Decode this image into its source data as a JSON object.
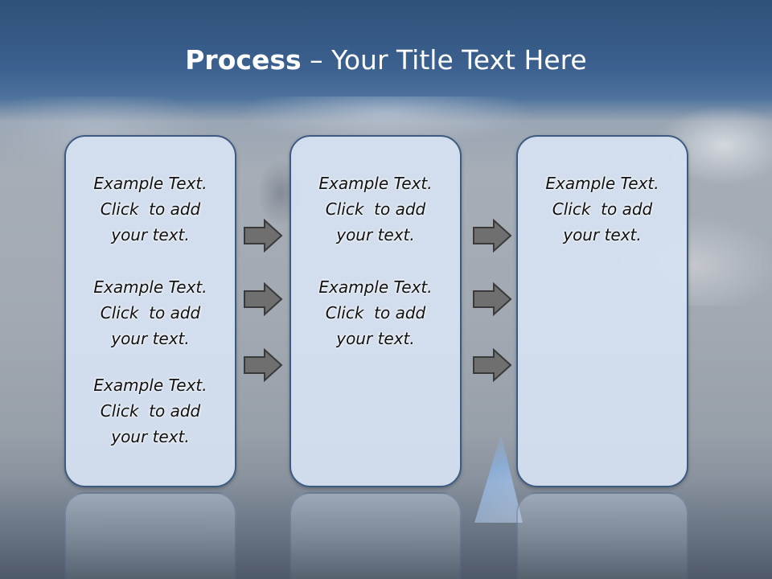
{
  "slide": {
    "title_bold": "Process",
    "title_rest": " – Your Title Text Here"
  },
  "columns": [
    {
      "items": [
        {
          "lines": [
            "Example Text.",
            "Click  to add",
            "your text."
          ]
        },
        {
          "lines": [
            "Example Text.",
            "Click  to add",
            "your text."
          ]
        },
        {
          "lines": [
            "Example Text.",
            "Click  to add",
            "your text."
          ]
        }
      ]
    },
    {
      "items": [
        {
          "lines": [
            "Example Text.",
            "Click  to add",
            "your text."
          ]
        },
        {
          "lines": [
            "Example Text.",
            "Click  to add",
            "your text."
          ]
        }
      ]
    },
    {
      "items": [
        {
          "lines": [
            "Example Text.",
            "Click  to add",
            "your text."
          ]
        }
      ]
    }
  ],
  "colors": {
    "panel_fill": "#d6e2f2",
    "panel_border": "#3d5a80",
    "arrow_fill": "#6f6f6f",
    "arrow_stroke": "#3a3a3a",
    "title_text": "#ffffff"
  },
  "icons": {
    "arrow": "right-arrow-icon"
  }
}
